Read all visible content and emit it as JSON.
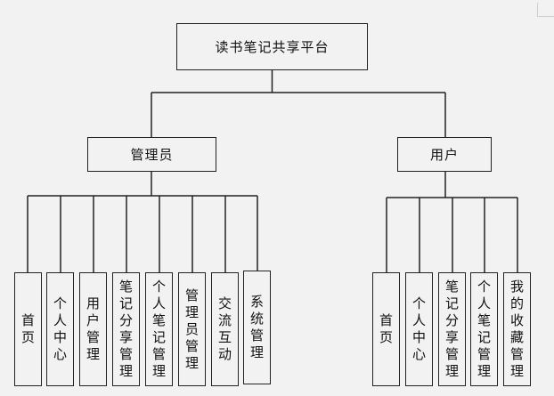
{
  "root": {
    "label": "读书笔记共享平台"
  },
  "admin": {
    "label": "管理员",
    "children": [
      "首页",
      "个人中心",
      "用户管理",
      "笔记分享管理",
      "个人笔记管理",
      "管理员管理",
      "交流互动",
      "系统管理"
    ]
  },
  "user": {
    "label": "用户",
    "children": [
      "首页",
      "个人中心",
      "笔记分享管理",
      "个人笔记管理",
      "我的收藏管理"
    ]
  },
  "colors": {
    "line": "#222222",
    "background": "#f2f2f2"
  }
}
